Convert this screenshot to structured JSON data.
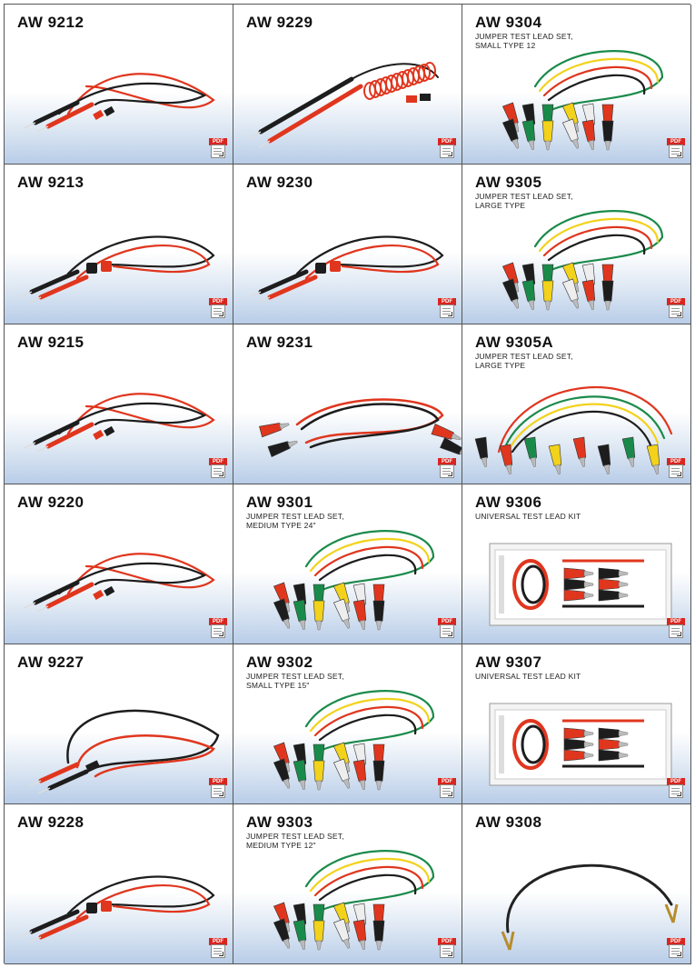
{
  "pdf_icon_label": "PDF",
  "colors": {
    "red": "#e0361e",
    "black": "#1d1d1d",
    "green": "#1a8a4a",
    "yellow": "#f2d21a",
    "white": "#eeeeee"
  },
  "products": [
    {
      "code": "AW 9212",
      "desc": [],
      "image": "probe-leads-red-black"
    },
    {
      "code": "AW 9229",
      "desc": [],
      "image": "coiled-probe-leads"
    },
    {
      "code": "AW 9304",
      "desc": [
        "JUMPER TEST LEAD SET,",
        "SMALL TYPE 12"
      ],
      "image": "alligator-clip-bundle"
    },
    {
      "code": "AW 9213",
      "desc": [],
      "image": "probe-leads-right-angle"
    },
    {
      "code": "AW 9230",
      "desc": [],
      "image": "probe-leads-right-angle"
    },
    {
      "code": "AW 9305",
      "desc": [
        "JUMPER TEST LEAD SET,",
        "LARGE TYPE"
      ],
      "image": "alligator-clip-bundle"
    },
    {
      "code": "AW 9215",
      "desc": [],
      "image": "probe-leads-red-black"
    },
    {
      "code": "AW 9231",
      "desc": [],
      "image": "alligator-lead-pair"
    },
    {
      "code": "AW 9305A",
      "desc": [
        "JUMPER TEST LEAD SET,",
        "LARGE TYPE"
      ],
      "image": "alligator-clip-loop"
    },
    {
      "code": "AW 9220",
      "desc": [],
      "image": "probe-leads-red-black"
    },
    {
      "code": "AW 9301",
      "desc": [
        "JUMPER TEST LEAD SET,",
        "MEDIUM TYPE 24\""
      ],
      "image": "alligator-clip-bundle"
    },
    {
      "code": "AW 9306",
      "desc": [
        "UNIVERSAL TEST LEAD KIT"
      ],
      "image": "test-lead-kit"
    },
    {
      "code": "AW 9227",
      "desc": [],
      "image": "banana-leads"
    },
    {
      "code": "AW 9302",
      "desc": [
        "JUMPER TEST LEAD SET,",
        "SMALL TYPE 15\""
      ],
      "image": "alligator-clip-bundle"
    },
    {
      "code": "AW 9307",
      "desc": [
        "UNIVERSAL TEST LEAD KIT"
      ],
      "image": "test-lead-kit"
    },
    {
      "code": "AW 9228",
      "desc": [],
      "image": "probe-leads-right-angle"
    },
    {
      "code": "AW 9303",
      "desc": [
        "JUMPER TEST LEAD SET,",
        "MEDIUM TYPE 12\""
      ],
      "image": "alligator-clip-bundle"
    },
    {
      "code": "AW 9308",
      "desc": [],
      "image": "single-black-lead-spade"
    }
  ]
}
